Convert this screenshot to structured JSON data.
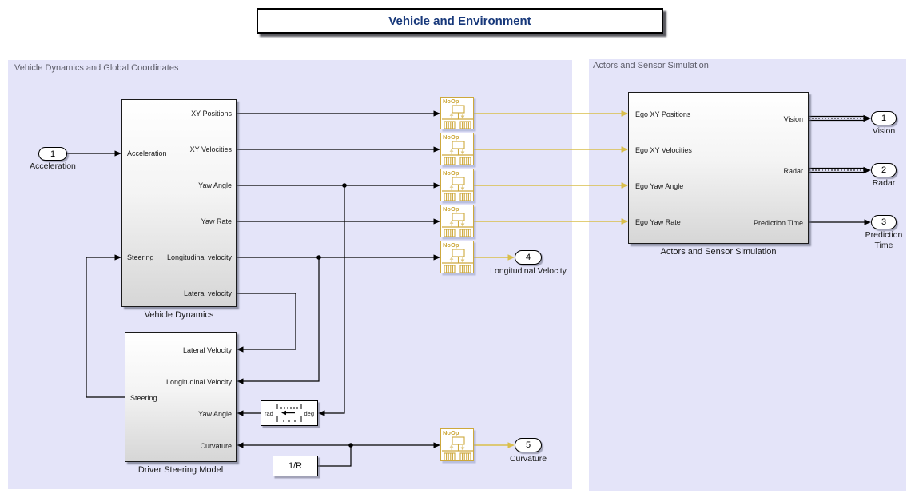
{
  "title_bar": {
    "text": "Vehicle and Environment"
  },
  "panels": {
    "left": {
      "label": "Vehicle Dynamics and Global Coordinates"
    },
    "right": {
      "label": "Actors and Sensor Simulation"
    }
  },
  "inports": {
    "acceleration": {
      "number": "1",
      "label": "Acceleration"
    }
  },
  "outports": {
    "longitudinal_velocity": {
      "number": "4",
      "label": "Longitudinal Velocity"
    },
    "curvature": {
      "number": "5",
      "label": "Curvature"
    },
    "vision": {
      "number": "1",
      "label": "Vision"
    },
    "radar": {
      "number": "2",
      "label": "Radar"
    },
    "prediction_time": {
      "number": "3",
      "label": "Prediction Time"
    }
  },
  "blocks": {
    "vehicle_dynamics": {
      "caption": "Vehicle Dynamics",
      "inputs": [
        "Acceleration",
        "Steering"
      ],
      "outputs": [
        "XY Positions",
        "XY Velocities",
        "Yaw Angle",
        "Yaw Rate",
        "Longitudinal velocity",
        "Lateral velocity"
      ]
    },
    "driver_steering_model": {
      "caption": "Driver Steering Model",
      "output_left": "Steering",
      "inputs_right": [
        "Lateral Velocity",
        "Longitudinal Velocity",
        "Yaw Angle",
        "Curvature"
      ]
    },
    "actors_sensor_simulation": {
      "caption": "Actors and Sensor Simulation",
      "inputs": [
        "Ego XY Positions",
        "Ego XY Velocities",
        "Ego Yaw Angle",
        "Ego Yaw Rate"
      ],
      "outputs": [
        "Vision",
        "Radar",
        "Prediction Time"
      ]
    },
    "noop": {
      "label": "NoOp"
    },
    "gain": {
      "label": "1/R"
    },
    "angle_conversion": {
      "left_label": "rad",
      "right_label": "deg"
    }
  },
  "colors": {
    "signal_yellow": "#D9BE4B",
    "noop_gold": "#CDA83C",
    "panel_background": "#E4E4F9",
    "title_text": "#17387A"
  }
}
